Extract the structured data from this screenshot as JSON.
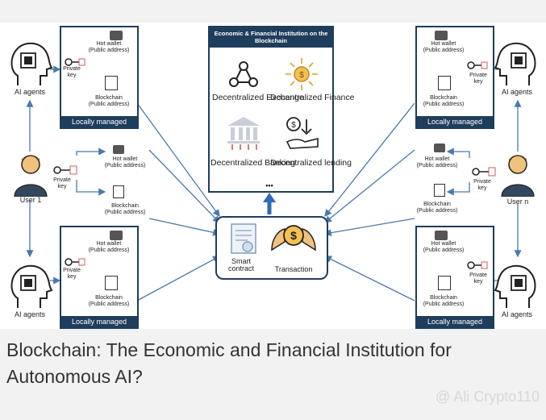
{
  "institution": {
    "title": "Economic & Financial Institution on the Blockchain",
    "items": [
      "Decentralized Exchange",
      "Decentralized Finance",
      "Decentralized Banking",
      "Decentralized lending"
    ],
    "ellipsis": "•••"
  },
  "center": {
    "smart_contract": "Smart contract",
    "transaction": "Transaction"
  },
  "labels": {
    "ai_agents": "AI agents",
    "hot_wallet": "Hot wallet",
    "public_address": "(Public address)",
    "blockchain": "Blockchain",
    "private": "Private",
    "key": "key",
    "locally_managed": "Locally managed",
    "user1": "User 1",
    "usern": "User n"
  },
  "caption": "Blockchain: The Economic and Financial Institution for Autonomous AI?",
  "watermark": "@ Ali Crypto110"
}
